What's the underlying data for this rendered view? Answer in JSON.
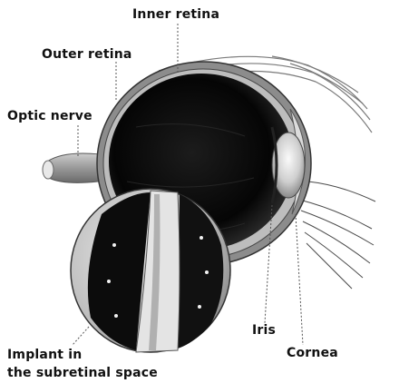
{
  "labels": {
    "inner_retina": "Inner retina",
    "outer_retina": "Outer retina",
    "optic_nerve": "Optic nerve",
    "iris": "Iris",
    "cornea": "Cornea",
    "implant_line1": "Implant in",
    "implant_line2": "the subretinal space"
  },
  "colors": {
    "ink": "#111111",
    "eye_dark": "#0a0a0a",
    "eye_grey": "#9a9a9a",
    "lens_light": "#d8d8d8"
  }
}
